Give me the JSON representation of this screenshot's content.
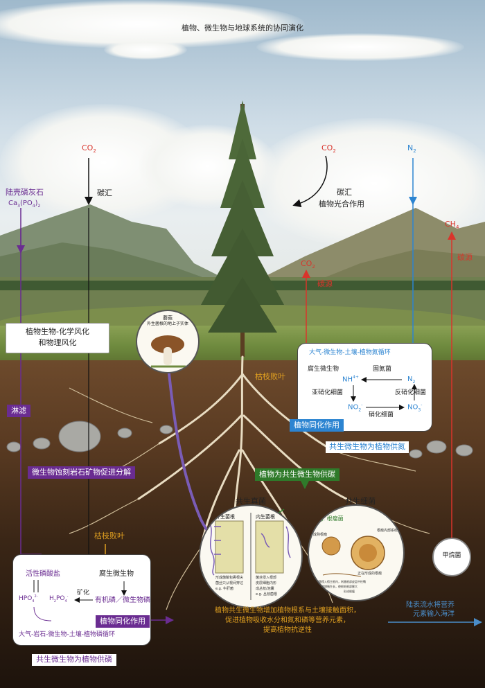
{
  "title": "植物、微生物与地球系统的协同演化",
  "carbon": {
    "co2_left": "CO",
    "co2_left_sub": "2",
    "sink_left": "碳汇",
    "co2_center": "CO",
    "co2_center_sub": "2",
    "sink_center_1": "碳汇",
    "sink_center_2": "植物光合作用",
    "co2_source": "CO",
    "co2_source_sub": "2",
    "source_label": "碳源",
    "n2_top": "N",
    "n2_top_sub": "2",
    "ch4": "CH",
    "ch4_sub": "4",
    "ch4_source": "碳源"
  },
  "phosphate_rock": {
    "name": "陆壳磷灰石",
    "formula": "Ca",
    "formula_sub1": "3",
    "formula_mid": "(PO",
    "formula_sub2": "4",
    "formula_end": ")",
    "formula_sub3": "2"
  },
  "weathering": {
    "line1": "植物生物-化学风化",
    "line2": "和物理风化"
  },
  "mushroom": {
    "line1": "蘑菇",
    "line2": "外生菌根的地上子实体"
  },
  "nitrogen_box": {
    "title": "大气-微生物-土壤-植物氮循环",
    "saprotroph": "腐生微生物",
    "nh4": "NH",
    "nh4_sup": "4+",
    "fixing": "固氮菌",
    "n2": "N",
    "n2_sub": "2",
    "nitrite_bacteria": "亚硝化细菌",
    "denitrify": "反硝化细菌",
    "no2": "NO",
    "no2_sub": "2",
    "no2_sup": "-",
    "nitrify": "硝化细菌",
    "no3": "NO",
    "no3_sub": "3",
    "no3_sup": "-",
    "assimilation": "植物同化作用",
    "caption": "共生微生物为植物供氮"
  },
  "litter_top": "枯枝败叶",
  "leaching": "淋滤",
  "rock_decomp": "微生物蚀刻岩石矿物促进分解",
  "carbon_supply": "植物为共生微生物供碳",
  "fungi": {
    "title": "共生真菌",
    "ecto": "外生菌根",
    "endo": "内生菌根",
    "ecto_note1": "形成菌鞘包裹根尖",
    "ecto_note2": "菌丝只从根间穿过",
    "ecto_note3": "e.g. 牛肝菌",
    "endo_note1": "菌丝侵入根部",
    "endo_note2": "皮层细胞内形",
    "endo_note3": "成丛枝/泡囊",
    "endo_note4": "e.g. 丛枝菌根"
  },
  "bacteria": {
    "title": "共生细菌",
    "example": "e.g. 根瘤菌",
    "mature": "成熟根瘤",
    "cells": "根瘤内部系统观",
    "forming": "正在形成的根瘤",
    "note1": "根瘤菌侵入宿主根内，刺激根部皮层中柱鞘",
    "note2": "细胞增殖生长，使根毛根部膨大",
    "note3": "形成根瘤"
  },
  "methanogen": "甲烷菌",
  "litter_bottom": "枯枝败叶",
  "phosphorus_box": {
    "active": "活性磷酸盐",
    "saprotroph": "腐生微生物",
    "hpo4": "HPO",
    "hpo4_sub": "4",
    "hpo4_sup": "2-",
    "h2po4": "H",
    "h2po4_mid": "2",
    "h2po4_po": "PO",
    "h2po4_sub": "4",
    "h2po4_sup": "-",
    "mineral": "矿化",
    "organic": "有机磷／微生物磷",
    "assimilation": "植物同化作用",
    "cycle": "大气-岩石-微生物-土壤-植物磷循环",
    "caption": "共生微生物为植物供磷"
  },
  "benefit": {
    "line1": "植物共生微生物增加植物根系与土壤接触面积，",
    "line2": "促进植物吸收水分和氮和磷等营养元素，",
    "line3": "提高植物抗逆性"
  },
  "runoff": {
    "line1": "陆表流水将营养",
    "line2": "元素输入海洋"
  },
  "colors": {
    "carbon_sink": "#111111",
    "carbon_source": "#d9342b",
    "nitrogen": "#2c84d1",
    "phosphorus": "#6a2c91",
    "litter": "#e0a020",
    "label_orange": "#e0a020",
    "bacteria_green": "#2f7a2a"
  }
}
